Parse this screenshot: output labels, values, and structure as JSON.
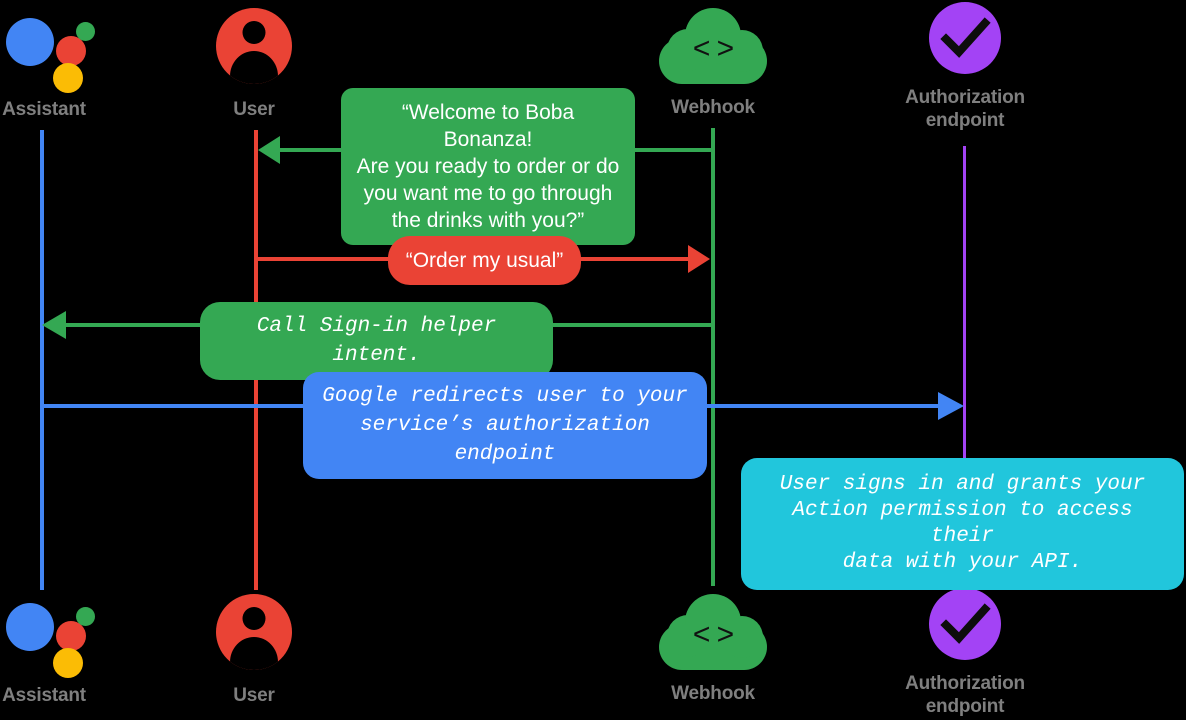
{
  "diagram": {
    "title": "Account linking sequence diagram",
    "background": "#000000"
  },
  "colors": {
    "assistant_blue": "#4285F4",
    "user_red": "#EA4335",
    "webhook_green": "#34A853",
    "auth_purple": "#A343F5",
    "msg_blue": "#4285F4",
    "msg_cyan": "#21C6DC",
    "label_gray": "#7f7f7f"
  },
  "actors": [
    {
      "id": "assistant",
      "label": "Assistant",
      "icon": "google-assistant-icon",
      "lifeline_color": "#4285F4"
    },
    {
      "id": "user",
      "label": "User",
      "icon": "user-avatar-icon",
      "lifeline_color": "#EA4335"
    },
    {
      "id": "webhook",
      "label": "Webhook",
      "icon": "cloud-code-icon",
      "lifeline_color": "#34A853"
    },
    {
      "id": "authorization",
      "label": "Authorization\nendpoint",
      "icon": "purple-checkmark-icon",
      "lifeline_color": "#A343F5"
    }
  ],
  "messages": [
    {
      "id": "welcome",
      "text": "“Welcome to Boba Bonanza!\nAre you ready to order or do\nyou want me to go through\nthe drinks with you?”",
      "from": "webhook",
      "to": "user",
      "direction": "left",
      "color": "#34A853",
      "style": "sans"
    },
    {
      "id": "order-my-usual",
      "text": "“Order my usual”",
      "from": "user",
      "to": "webhook",
      "direction": "right",
      "color": "#EA4335",
      "style": "sans"
    },
    {
      "id": "sign-in-helper",
      "text": "Call Sign-in helper intent.",
      "from": "webhook",
      "to": "assistant",
      "direction": "left",
      "color": "#34A853",
      "style": "mono"
    },
    {
      "id": "google-redirect",
      "text": "Google redirects user to your\nservice’s authorization endpoint",
      "from": "assistant",
      "to": "authorization",
      "direction": "right",
      "color": "#4285F4",
      "style": "mono"
    },
    {
      "id": "user-grants-permission",
      "text": "User signs in and grants your\nAction permission to access their\ndata with your API.",
      "from": "authorization",
      "to": "authorization",
      "direction": "none",
      "color": "#21C6DC",
      "style": "mono"
    }
  ]
}
